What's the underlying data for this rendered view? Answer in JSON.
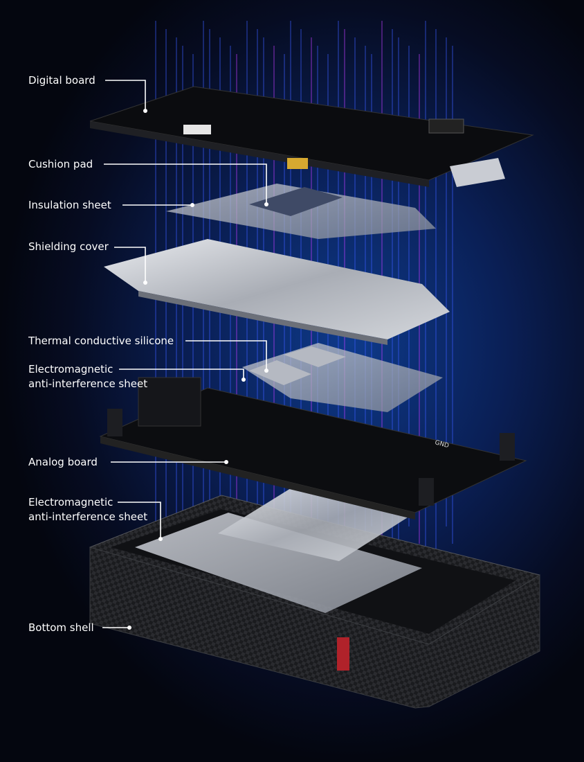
{
  "labels": {
    "digital_board": "Digital board",
    "cushion_pad": "Cushion pad",
    "insulation_sheet": "Insulation sheet",
    "shielding_cover": "Shielding cover",
    "thermal_silicone": "Thermal conductive silicone",
    "em_sheet_1_line1": "Electromagnetic",
    "em_sheet_1_line2": "anti-interference sheet",
    "analog_board": "Analog board",
    "em_sheet_2_line1": "Electromagnetic",
    "em_sheet_2_line2": "anti-interference sheet",
    "bottom_shell": "Bottom shell"
  },
  "board_silkscreen": "GND",
  "colors": {
    "background": "#0a1f55",
    "beam_blue": "#3a5cff",
    "beam_magenta": "#c03cff",
    "leader": "#ffffff"
  }
}
